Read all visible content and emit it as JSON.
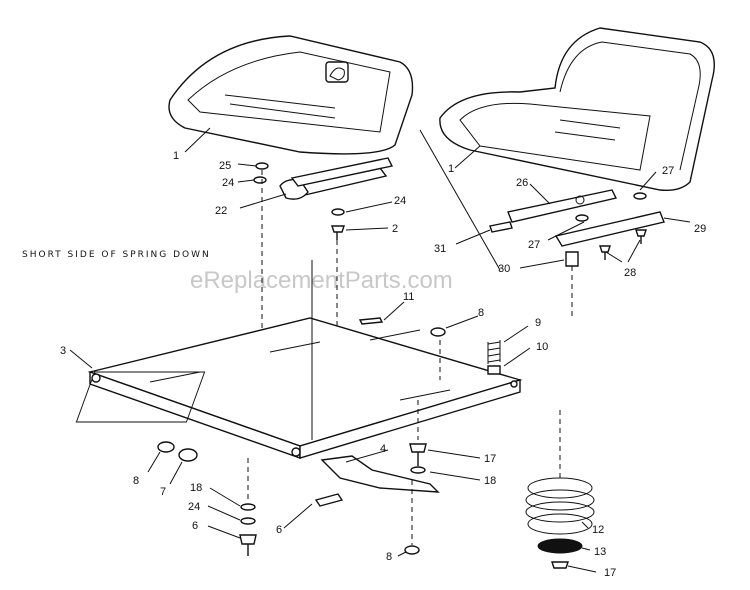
{
  "watermark": "eReplacementParts.com",
  "note": "SHORT SIDE OF SPRING DOWN",
  "callouts": {
    "c1a": "1",
    "c25": "25",
    "c24a": "24",
    "c22": "22",
    "c24b": "24",
    "c2": "2",
    "c1b": "1",
    "c26": "26",
    "c27a": "27",
    "c27b": "27",
    "c29": "29",
    "c31": "31",
    "c30": "30",
    "c28": "28",
    "c11": "11",
    "c8a": "8",
    "c9": "9",
    "c10": "10",
    "c3": "3",
    "c8b": "8",
    "c7": "7",
    "c18a": "18",
    "c24c": "24",
    "c6a": "6",
    "c6b": "6",
    "c4": "4",
    "c17a": "17",
    "c18b": "18",
    "c12": "12",
    "c13": "13",
    "c8c": "8",
    "c17b": "17"
  }
}
